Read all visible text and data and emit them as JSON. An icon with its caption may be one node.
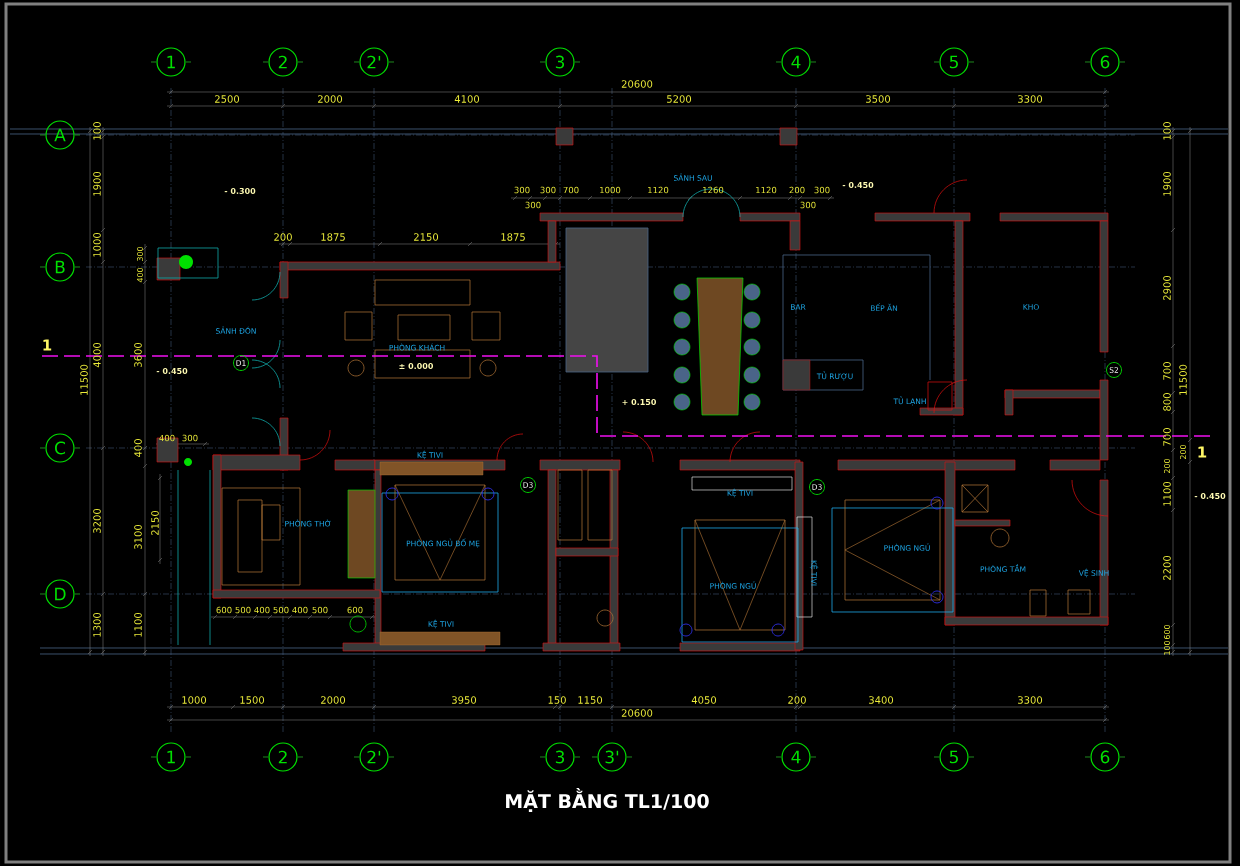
{
  "diagram": {
    "title": "MẶT BẰNG  TL1/100",
    "nodes": [
      {
        "text": [
          "1"
        ]
      },
      {
        "text": [
          "2"
        ]
      },
      {
        "text": [
          "2'"
        ]
      },
      {
        "text": [
          "3"
        ]
      },
      {
        "text": [
          "4"
        ]
      },
      {
        "text": [
          "5"
        ]
      },
      {
        "text": [
          "6"
        ]
      },
      {
        "text": [
          "A"
        ]
      },
      {
        "text": [
          "B"
        ]
      },
      {
        "text": [
          "C"
        ]
      },
      {
        "text": [
          "D"
        ]
      },
      {
        "text": [
          "D1"
        ]
      },
      {
        "text": [
          "D3"
        ]
      },
      {
        "text": [
          "D3"
        ]
      },
      {
        "text": [
          "S2"
        ]
      },
      {
        "text": [
          "1"
        ]
      },
      {
        "text": [
          "2"
        ]
      },
      {
        "text": [
          "2'"
        ]
      },
      {
        "text": [
          "3"
        ]
      },
      {
        "text": [
          "3'"
        ]
      },
      {
        "text": [
          "4"
        ]
      },
      {
        "text": [
          "5"
        ]
      },
      {
        "text": [
          "6"
        ]
      }
    ],
    "labels": [
      "20600",
      "2500",
      "2000",
      "4100",
      "5200",
      "3500",
      "3300",
      "100",
      "100",
      "1900",
      "1900",
      "- 0.300",
      "SẢNH SAU",
      "300",
      "300",
      "700",
      "1000",
      "1120",
      "1260",
      "1120",
      "200",
      "300",
      "- 0.450",
      "300",
      "300",
      "200",
      "1875",
      "2150",
      "1875",
      "1000",
      "300",
      "400",
      "2900",
      "BAR",
      "BẾP ĂN",
      "KHO",
      "SẢNH ĐÓN",
      "PHÒNG KHÁCH",
      "1",
      "4000",
      "3600",
      "± 0.000",
      "- 0.450",
      "TỦ RƯỢU",
      "11500",
      "700",
      "11500",
      "+ 0.150",
      "TỦ LẠNH",
      "800",
      "400",
      "400",
      "300",
      "KỆ TIVI",
      "700",
      "200",
      "200",
      "1",
      "KỆ TIVI",
      "1100",
      "- 0.450",
      "3200",
      "2150",
      "PHÒNG THỜ",
      "3100",
      "PHÒNG NGỦ BỐ MẸ",
      "PHÒNG NGỦ",
      "2200",
      "PHÒNG TẮM",
      "VỆ SINH",
      "KỆ TIVI",
      "PHÒNG NGỦ",
      "600",
      "500",
      "400",
      "500",
      "400",
      "500",
      "600",
      "1300",
      "1100",
      "KỆ TIVI",
      "600",
      "100",
      "1000",
      "1500",
      "2000",
      "3950",
      "150",
      "1150",
      "4050",
      "200",
      "3400",
      "3300",
      "20600"
    ]
  }
}
